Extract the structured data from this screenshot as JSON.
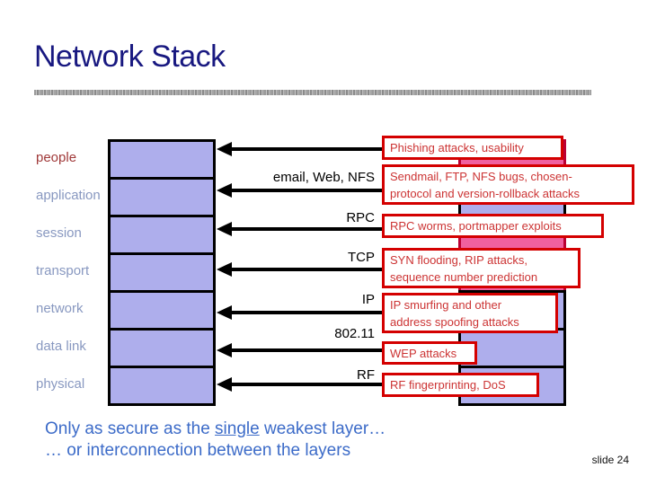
{
  "slide": {
    "title": "Network Stack",
    "slide_number": "slide 24",
    "footer": {
      "line1_prefix": "Only as secure as the ",
      "line1_underlined": "single",
      "line1_suffix": " weakest layer…",
      "line2": "… or interconnection between the layers"
    }
  },
  "stack": {
    "layers": [
      {
        "name": "people",
        "protocol": "",
        "attack": "Phishing attacks, usability"
      },
      {
        "name": "application",
        "protocol": "email, Web, NFS",
        "attack": "Sendmail, FTP, NFS bugs, chosen-\nprotocol and version-rollback attacks"
      },
      {
        "name": "session",
        "protocol": "RPC",
        "attack": "RPC worms, portmapper exploits"
      },
      {
        "name": "transport",
        "protocol": "TCP",
        "attack": "SYN flooding, RIP attacks,\nsequence number prediction"
      },
      {
        "name": "network",
        "protocol": "IP",
        "attack": "IP smurfing and other\naddress spoofing attacks"
      },
      {
        "name": "data link",
        "protocol": "802.11",
        "attack": "WEP attacks"
      },
      {
        "name": "physical",
        "protocol": "RF",
        "attack": "RF fingerprinting, DoS"
      }
    ]
  },
  "colors": {
    "title_navy": "#181880",
    "layer_label_blue": "#8898c0",
    "people_label_red": "#a03939",
    "stack_fill_lavender": "#aeaeec",
    "highlight_pink": "#f0609f",
    "pink_border": "#bb0033",
    "attack_border_red": "#d40000",
    "attack_text_red": "#cc3333",
    "footer_blue": "#3c6bc8"
  }
}
